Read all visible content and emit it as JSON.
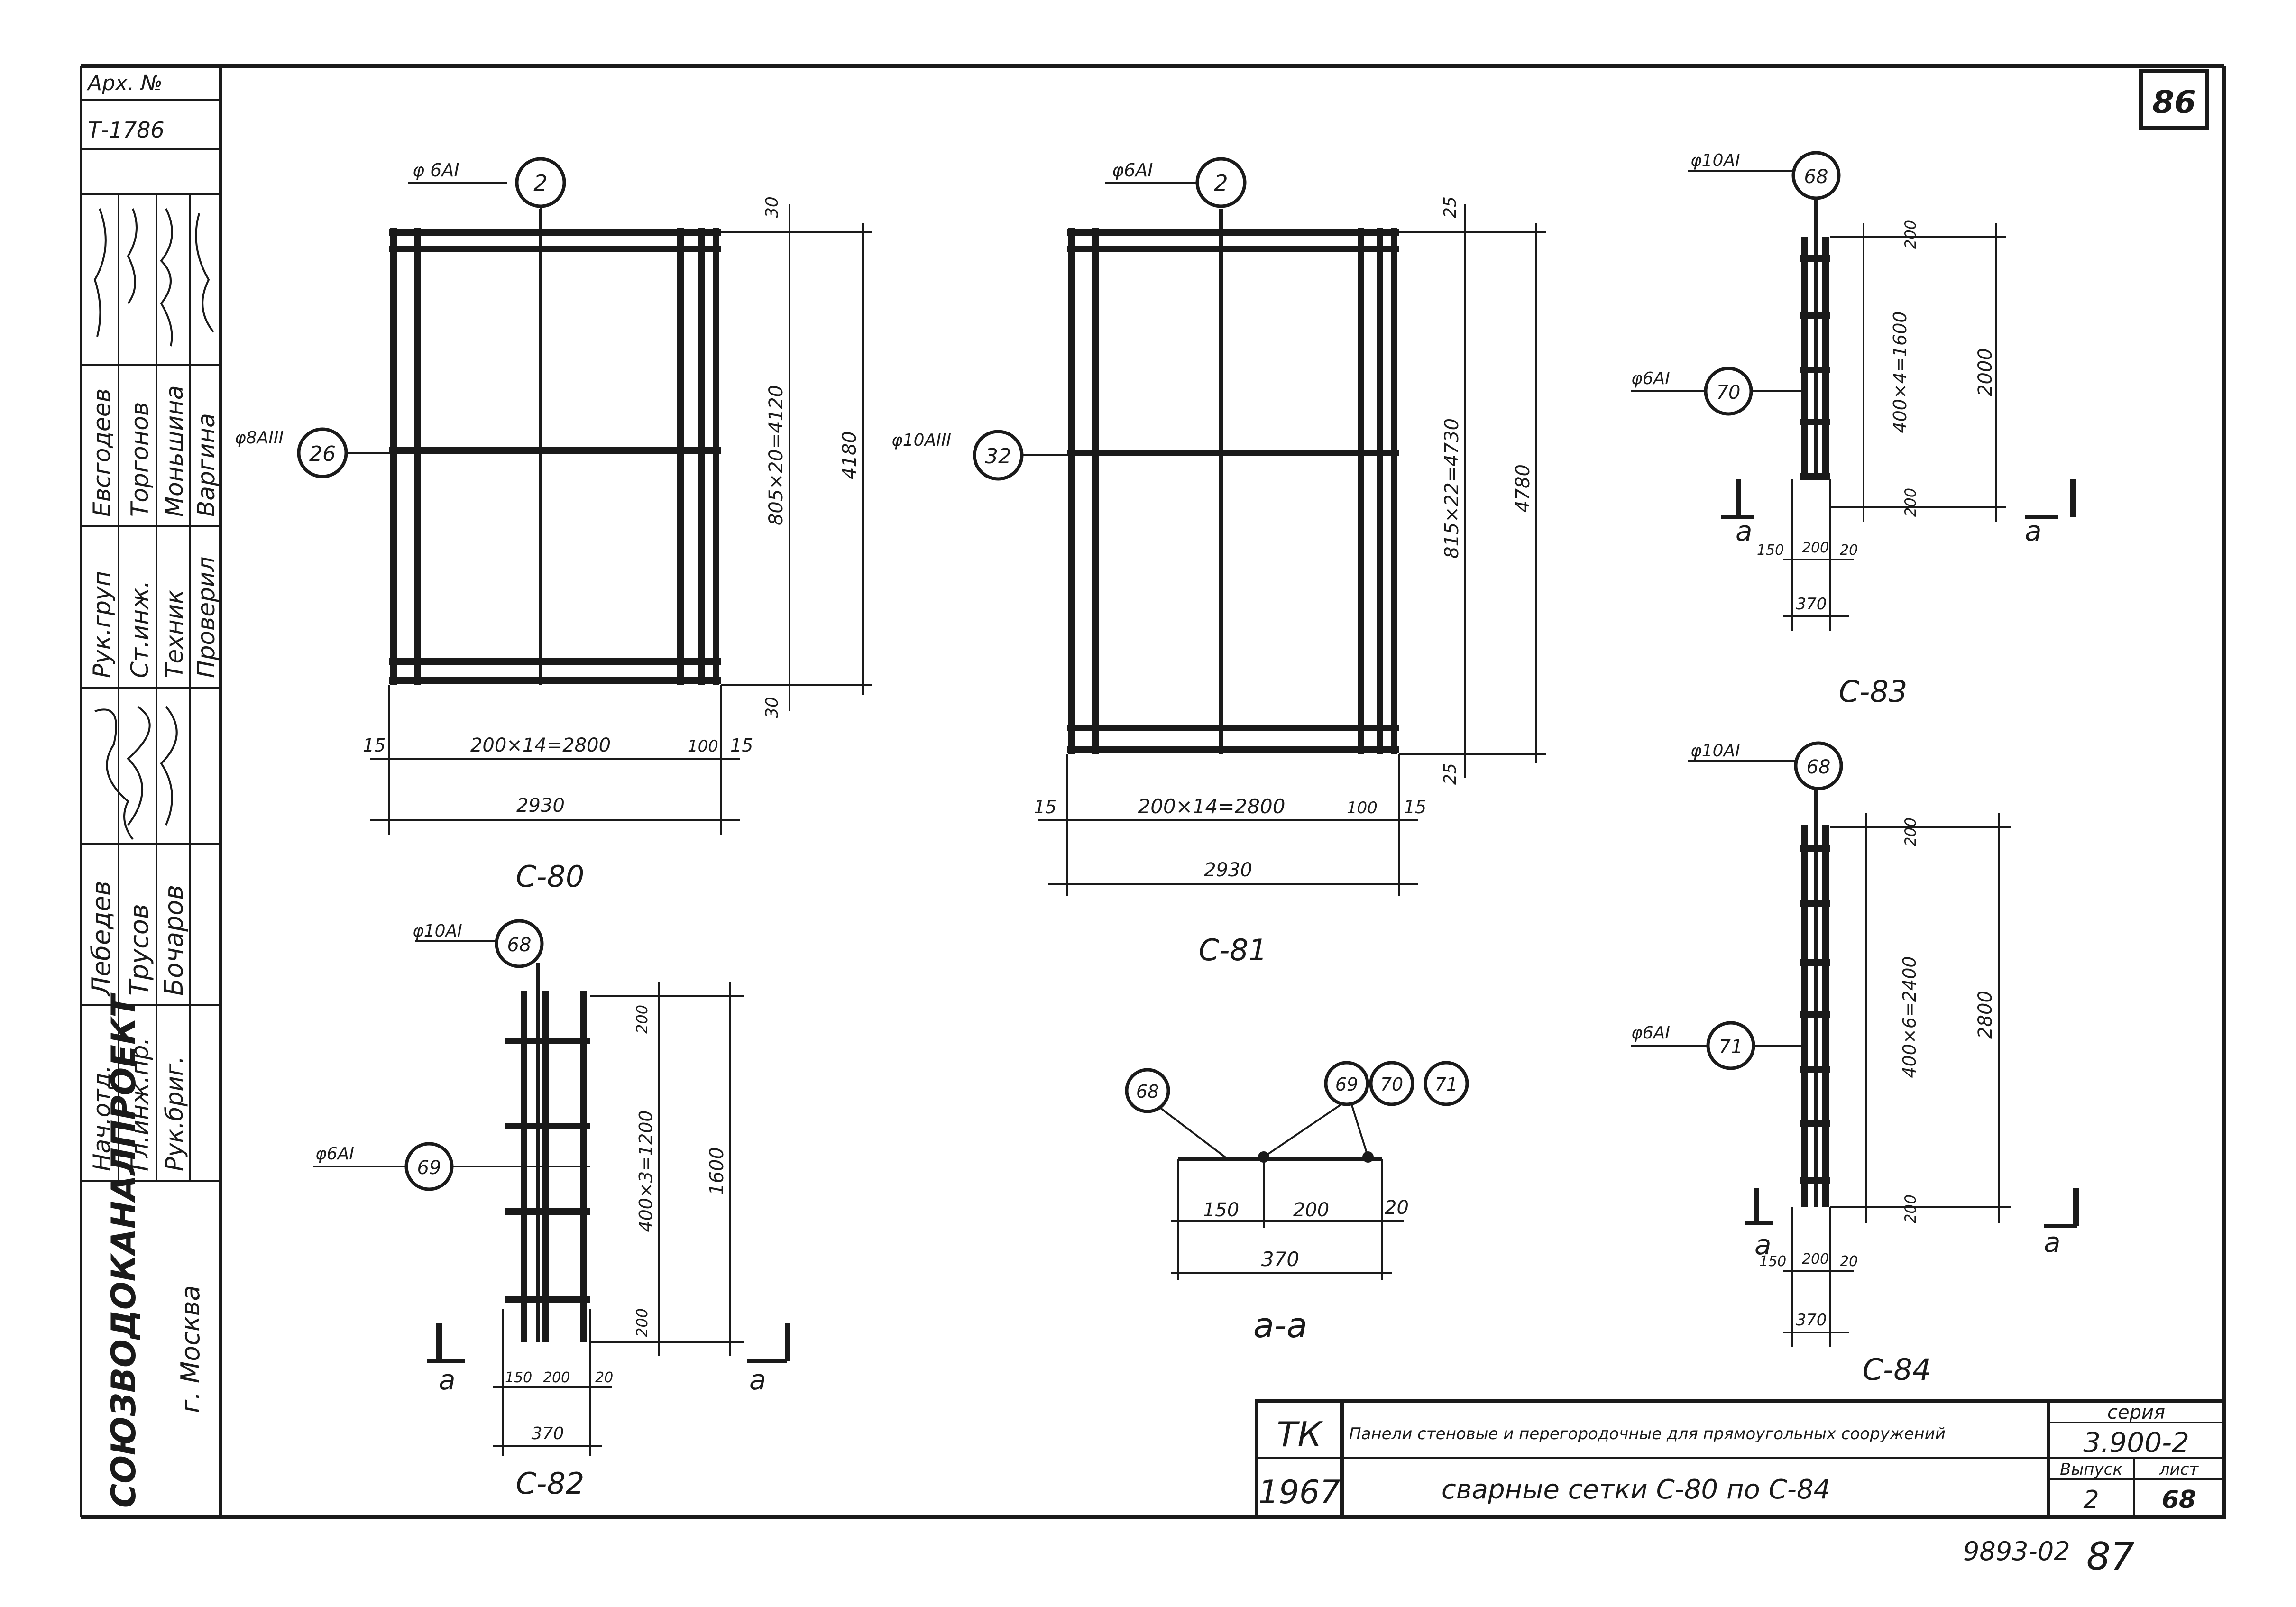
{
  "sheet_number": "86",
  "bottom_stamp": "9893-02",
  "bottom_page": "87",
  "left_panel": {
    "arch_label": "Арх. №",
    "arch_number": "Т-1786",
    "roles": [
      "Рук.груп",
      "Ст.инж.",
      "Техник",
      "Проверил"
    ],
    "role_names": [
      "Евсгодеев",
      "Торгонов",
      "Моньшина",
      "Варгина"
    ],
    "chiefs": [
      "Нач.отд.",
      "Гл.инж.пр.",
      "Рук.бриг."
    ],
    "chief_names": [
      "Лебедев",
      "Трусов",
      "Бочаров"
    ],
    "org": "СОЮЗВОДОКАНАЛПРОЕКТ",
    "city": "г. Москва"
  },
  "title_block": {
    "code": "ТК",
    "year": "1967",
    "subtitle": "Панели стеновые и перегородочные для прямоугольных сооружений",
    "title": "сварные сетки С-80 по С-84",
    "series_label": "серия",
    "series": "3.900-2",
    "issue_label": "Выпуск",
    "issue": "2",
    "sheet_label": "лист",
    "sheet": "68"
  },
  "c80": {
    "name": "С-80",
    "top_bar": "φ 6AI",
    "top_pos": "2",
    "side_bar": "φ8AIII",
    "side_pos": "26",
    "dim_top": "30",
    "dim_bottom": "30",
    "dim_vertical": "805×20=4120",
    "dim_total_height": "4180",
    "dim_left": "15",
    "dim_spacing": "200×14=2800",
    "dim_100": "100",
    "dim_right": "15",
    "dim_total_width": "2930"
  },
  "c81": {
    "name": "С-81",
    "top_bar": "φ6AI",
    "top_pos": "2",
    "side_bar": "φ10AIII",
    "side_pos": "32",
    "dim_top": "25",
    "dim_bottom": "25",
    "dim_vertical": "815×22=4730",
    "dim_total_height": "4780",
    "dim_left": "15",
    "dim_spacing": "200×14=2800",
    "dim_100": "100",
    "dim_right": "15",
    "dim_total_width": "2930"
  },
  "c82": {
    "name": "С-82",
    "top_bar": "φ10AI",
    "top_pos": "68",
    "side_bar": "φ6AI",
    "side_pos": "69",
    "dim_top": "200",
    "dim_mid": "400×3=1200",
    "dim_bottom": "200",
    "dim_total": "1600",
    "w1": "150",
    "w2": "200",
    "w3": "20",
    "w_total": "370",
    "cut": "а"
  },
  "c83": {
    "name": "С-83",
    "top_bar": "φ10AI",
    "top_pos": "68",
    "side_bar": "φ6AI",
    "side_pos": "70",
    "dim_top": "200",
    "dim_mid": "400×4=1600",
    "dim_bottom": "200",
    "dim_total": "2000",
    "w1": "150",
    "w2": "200",
    "w3": "20",
    "w_total": "370",
    "cut": "а"
  },
  "c84": {
    "name": "С-84",
    "top_bar": "φ10AI",
    "top_pos": "68",
    "side_bar": "φ6AI",
    "side_pos": "71",
    "dim_top": "200",
    "dim_mid": "400×6=2400",
    "dim_bottom": "200",
    "dim_total": "2800",
    "w1": "150",
    "w2": "200",
    "w3": "20",
    "w_total": "370",
    "cut": "а"
  },
  "section_aa": {
    "name": "а-а",
    "pos_a": "68",
    "pos_b": "69",
    "pos_c": "70",
    "pos_d": "71",
    "d1": "150",
    "d2": "200",
    "d3": "20",
    "total": "370"
  }
}
